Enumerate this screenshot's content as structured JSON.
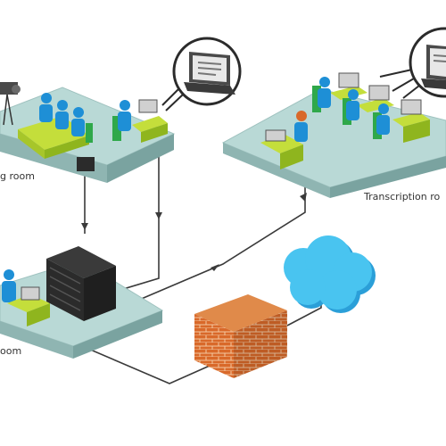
{
  "labels": {
    "meeting_room": "g room",
    "transcription_room": "Transcription ro",
    "office_room": "oom"
  },
  "colors": {
    "floor_top": "#b9d9d6",
    "floor_side": "#8fb5b2",
    "desk_top": "#c4de3b",
    "desk_side": "#8fb51e",
    "person": "#1e8fd6",
    "chair": "#2fa84a",
    "server": "#2b2b2b",
    "brick": "#d9692a",
    "cloud": "#49c4f0",
    "line": "#3a3a3a"
  },
  "icons": [
    "laptop-icon",
    "video-camera-icon",
    "server-rack-icon",
    "firewall-icon",
    "cloud-icon"
  ]
}
